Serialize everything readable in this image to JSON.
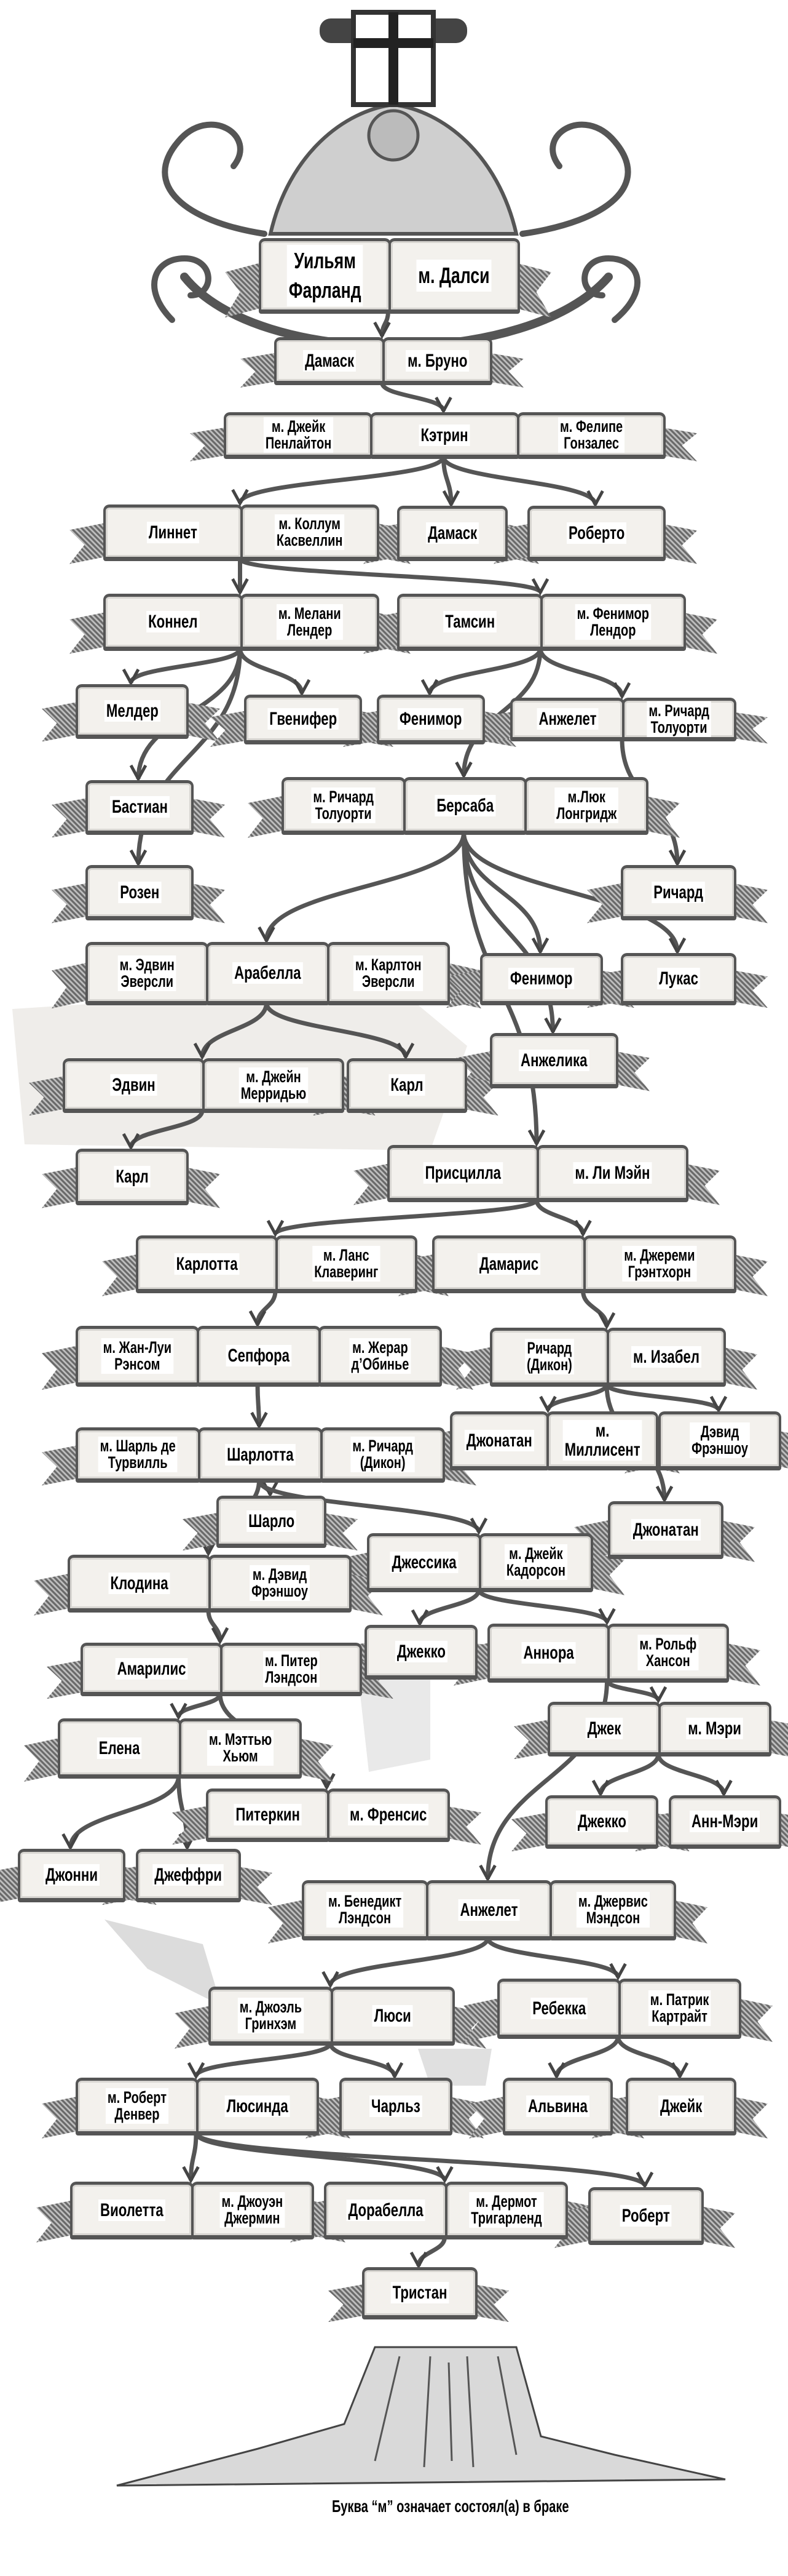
{
  "groups": [
    {
      "panels": [
        "Уильям\nФарланд",
        "м. Далси"
      ]
    },
    {
      "panels": [
        "Дамаск",
        "м. Бруно"
      ]
    },
    {
      "panels": [
        "м. Джейк\nПенлайтон",
        "Кэтрин",
        "м. Фелипе\nГонзалес"
      ]
    },
    {
      "panels": [
        "Линнет",
        "м. Коллум\nКасвеллин"
      ]
    },
    {
      "panels": [
        "Дамаск"
      ]
    },
    {
      "panels": [
        "Роберто"
      ]
    },
    {
      "panels": [
        "Коннел",
        "м. Мелани\nЛендер"
      ]
    },
    {
      "panels": [
        "Тамсин",
        "м. Фенимор\nЛендор"
      ]
    },
    {
      "panels": [
        "Мелдер"
      ]
    },
    {
      "panels": [
        "Гвенифер"
      ]
    },
    {
      "panels": [
        "Фенимор"
      ]
    },
    {
      "panels": [
        "Анжелет",
        "м. Ричард\nТолуорти"
      ]
    },
    {
      "panels": [
        "Бастиан"
      ]
    },
    {
      "panels": [
        "м. Ричард\nТолуорти",
        "Берсаба",
        "м.Люк\nЛонгридж"
      ]
    },
    {
      "panels": [
        "Розен"
      ]
    },
    {
      "panels": [
        "Ричард"
      ]
    },
    {
      "panels": [
        "м. Эдвин\nЭверсли",
        "Арабелла",
        "м. Карлтон\nЭверсли"
      ]
    },
    {
      "panels": [
        "Фенимор"
      ]
    },
    {
      "panels": [
        "Лукас"
      ]
    },
    {
      "panels": [
        "Анжелика"
      ]
    },
    {
      "panels": [
        "Эдвин",
        "м. Джейн\nМерридью"
      ]
    },
    {
      "panels": [
        "Карл"
      ]
    },
    {
      "panels": [
        "Карл"
      ]
    },
    {
      "panels": [
        "Присцилла",
        "м. Ли Мэйн"
      ]
    },
    {
      "panels": [
        "Карлотта",
        "м. Ланс\nКлаверинг"
      ]
    },
    {
      "panels": [
        "Дамарис",
        "м. Джереми\nГрэнтхорн"
      ]
    },
    {
      "panels": [
        "м. Жан-Луи\nРэнсом",
        "Сепфора",
        "м. Жерар\nд’Обинье"
      ]
    },
    {
      "panels": [
        "Ричард\n(Дикон)",
        "м. Изабел"
      ]
    },
    {
      "panels": [
        "Джонатан",
        "м. Миллисент"
      ]
    },
    {
      "panels": [
        "Дэвид\nФрэншоу"
      ]
    },
    {
      "panels": [
        "м. Шарль де\nТурвилль",
        "Шарлотта",
        "м. Ричард\n(Дикон)"
      ]
    },
    {
      "panels": [
        "Шарло"
      ]
    },
    {
      "panels": [
        "Джонатан"
      ]
    },
    {
      "panels": [
        "Джессика",
        "м. Джейк\nКадорсон"
      ]
    },
    {
      "panels": [
        "Клодина",
        "м. Дэвид\nФрэншоу"
      ]
    },
    {
      "panels": [
        "Джекко"
      ]
    },
    {
      "panels": [
        "Аннора",
        "м. Рольф\nХансон"
      ]
    },
    {
      "panels": [
        "Амарилис",
        "м. Питер\nЛэндсон"
      ]
    },
    {
      "panels": [
        "Джек",
        "м. Мэри"
      ]
    },
    {
      "panels": [
        "Елена",
        "м. Мэттью\nХьюм"
      ]
    },
    {
      "panels": [
        "Питеркин",
        "м. Френсис"
      ]
    },
    {
      "panels": [
        "Джекко"
      ]
    },
    {
      "panels": [
        "Анн-Мэри"
      ]
    },
    {
      "panels": [
        "Джонни"
      ]
    },
    {
      "panels": [
        "Джеффри"
      ]
    },
    {
      "panels": [
        "м. Бенедикт\nЛэндсон",
        "Анжелет",
        "м. Джервис\nМэндсон"
      ]
    },
    {
      "panels": [
        "м. Джоэль\nГринхэм",
        "Люси"
      ]
    },
    {
      "panels": [
        "Ребекка",
        "м. Патрик\nКартрайт"
      ]
    },
    {
      "panels": [
        "м. Роберт\nДенвер",
        "Люсинда"
      ]
    },
    {
      "panels": [
        "Чарльз"
      ]
    },
    {
      "panels": [
        "Альвина"
      ]
    },
    {
      "panels": [
        "Джейк"
      ]
    },
    {
      "panels": [
        "Виолетта",
        "м. Джоуэн\nДжермин"
      ]
    },
    {
      "panels": [
        "Дорабелла",
        "м. Дермот\nТригарленд"
      ]
    },
    {
      "panels": [
        "Роберт"
      ]
    },
    {
      "panels": [
        "Тристан"
      ]
    }
  ],
  "caption": "Буква “м” означает состоял(а) в браке",
  "colors": {
    "ink": "#555555",
    "paper": "#f3f1ed",
    "text": "#000000"
  }
}
